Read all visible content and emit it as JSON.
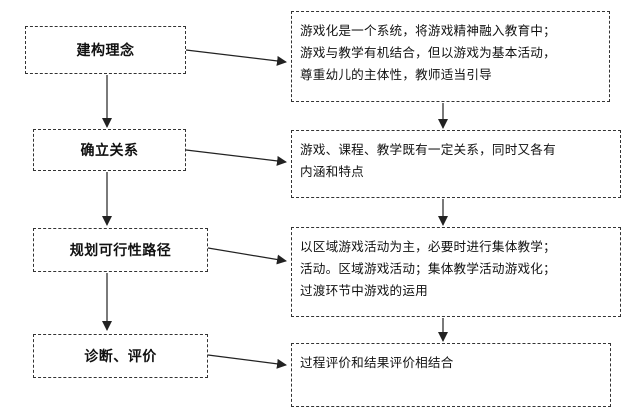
{
  "stages": [
    {
      "label": "建构理念"
    },
    {
      "label": "确立关系"
    },
    {
      "label": "规划可行性路径"
    },
    {
      "label": "诊断、评价"
    }
  ],
  "descriptions": [
    {
      "lines": [
        "游戏化是一个系统，将游戏精神融入教育中；",
        "游戏与教学有机结合，但以游戏为基本活动，",
        "尊重幼儿的主体性，教师适当引导"
      ]
    },
    {
      "lines": [
        "游戏、课程、教学既有一定关系，同时又各有",
        "内涵和特点"
      ]
    },
    {
      "lines": [
        "以区域游戏活动为主，必要时进行集体教学；",
        "活动。区域游戏活动；集体教学活动游戏化；",
        "过渡环节中游戏的运用"
      ]
    },
    {
      "lines": [
        "过程评价和结果评价相结合"
      ]
    }
  ],
  "colors": {
    "border": "#333333",
    "arrow": "#222222",
    "text": "#111111"
  }
}
